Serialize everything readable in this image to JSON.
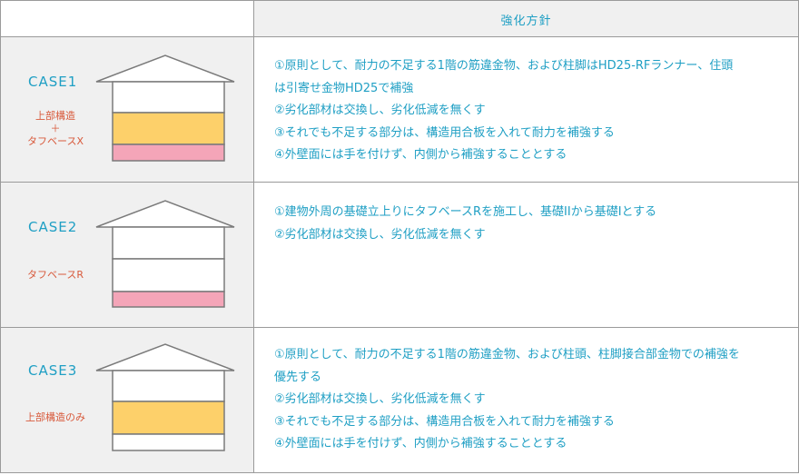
{
  "header": {
    "left": "",
    "right": "強化方針"
  },
  "colors": {
    "accent": "#1f9fc4",
    "label": "#d85a3c",
    "yellow": "#fdd06a",
    "pink": "#f4a5b8",
    "outline": "#7a7a7a"
  },
  "cases": [
    {
      "title": "CASE1",
      "sub_lines": [
        "上部構造",
        "＋",
        "タフベースX"
      ],
      "plan": [
        "①原則として、耐力の不足する1階の筋違金物、および柱脚はHD25-RFランナー、住頭",
        "は引寄せ金物HD25で補強",
        "②劣化部材は交換し、劣化低減を無くす",
        "③それでも不足する部分は、構造用合板を入れて耐力を補強する",
        "④外壁面には手を付けず、内側から補強することとする"
      ]
    },
    {
      "title": "CASE2",
      "sub_lines": [
        "タフベースR"
      ],
      "plan": [
        "①建物外周の基礎立上りにタフベースRを施工し、基礎IIから基礎Iとする",
        "②劣化部材は交換し、劣化低減を無くす"
      ]
    },
    {
      "title": "CASE3",
      "sub_lines": [
        "上部構造のみ"
      ],
      "plan": [
        "①原則として、耐力の不足する1階の筋違金物、および柱頭、柱脚接合部金物での補強を",
        "優先する",
        "②劣化部材は交換し、劣化低減を無くす",
        "③それでも不足する部分は、構造用合板を入れて耐力を補強する",
        "④外壁面には手を付けず、内側から補強することとする"
      ]
    }
  ]
}
